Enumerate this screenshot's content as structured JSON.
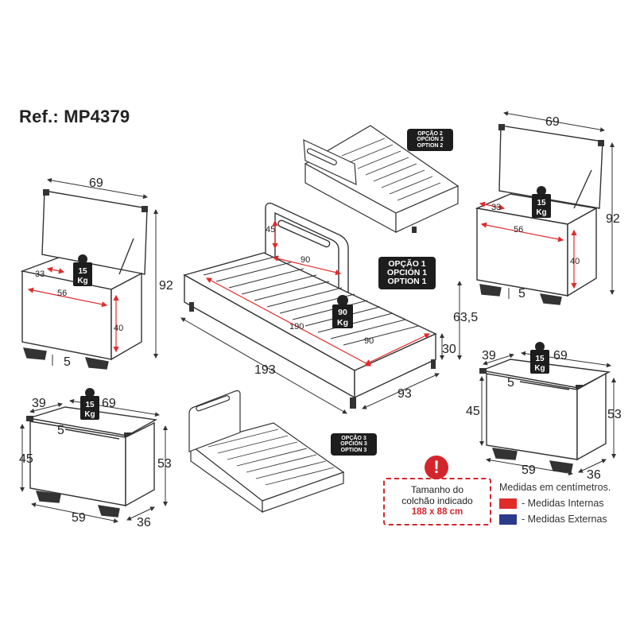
{
  "reference": "Ref.: MP4379",
  "options": {
    "option1": [
      "OPÇÃO 1",
      "OPCIÓN 1",
      "OPTION 1"
    ],
    "option2": [
      "OPÇÃO 2",
      "OPCIÓN 2",
      "OPTION 2"
    ],
    "option3": [
      "OPÇÃO 3",
      "OPCIÓN 3",
      "OPTION 3"
    ]
  },
  "bed": {
    "length_ext": "193",
    "width_ext": "93",
    "height_ext": "63,5",
    "base_height": "30",
    "headboard_inner": "45",
    "mattress_length": "190",
    "mattress_width_top": "90",
    "mattress_width_side": "90",
    "load_value": "90",
    "load_unit": "Kg"
  },
  "chest_open": {
    "width": "69",
    "height": "92",
    "inner_depth": "33",
    "inner_width": "56",
    "inner_height": "40",
    "foot": "5",
    "load_value": "15",
    "load_unit": "Kg"
  },
  "chest_closed": {
    "depth_top": "39",
    "width_top": "69",
    "body_height": "45",
    "total_height": "53",
    "bottom_width": "59",
    "bottom_depth": "36",
    "lid_gap": "5",
    "load_value": "15",
    "load_unit": "Kg"
  },
  "mattress_note": {
    "line1": "Tamanho do",
    "line2": "colchão indicado",
    "size": "188 x 88 cm",
    "alert_symbol": "!"
  },
  "legend": {
    "title": "Medidas em centímetros.",
    "internal_label": "- Medidas Internas",
    "external_label": "- Medidas Externas",
    "internal_color": "#e02b2b",
    "external_color": "#2c3a8c"
  },
  "colors": {
    "line": "#222222",
    "internal": "#e02b2b",
    "external": "#2c3a8c"
  }
}
